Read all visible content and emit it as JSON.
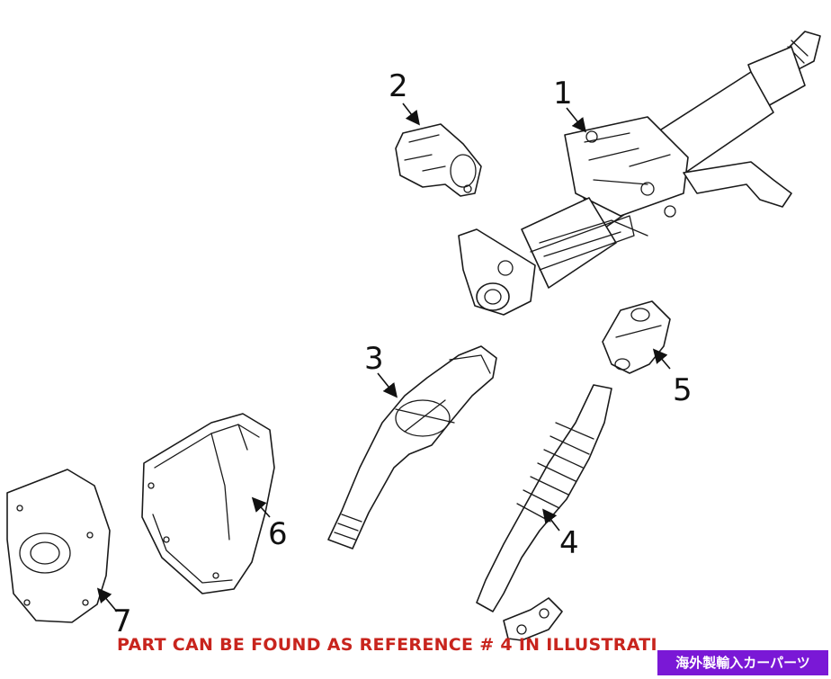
{
  "callouts": [
    {
      "id": 1,
      "label": "1"
    },
    {
      "id": 2,
      "label": "2"
    },
    {
      "id": 3,
      "label": "3"
    },
    {
      "id": 4,
      "label": "4"
    },
    {
      "id": 5,
      "label": "5"
    },
    {
      "id": 6,
      "label": "6"
    },
    {
      "id": 7,
      "label": "7"
    }
  ],
  "caption": "PART CAN BE FOUND AS REFERENCE # 4 IN ILLUSTRATI",
  "watermark": "海外製輸入カーパーツ",
  "colors": {
    "caption": "#c8241d",
    "watermark_bg": "#7a18d6",
    "line": "#1a1a1a"
  }
}
